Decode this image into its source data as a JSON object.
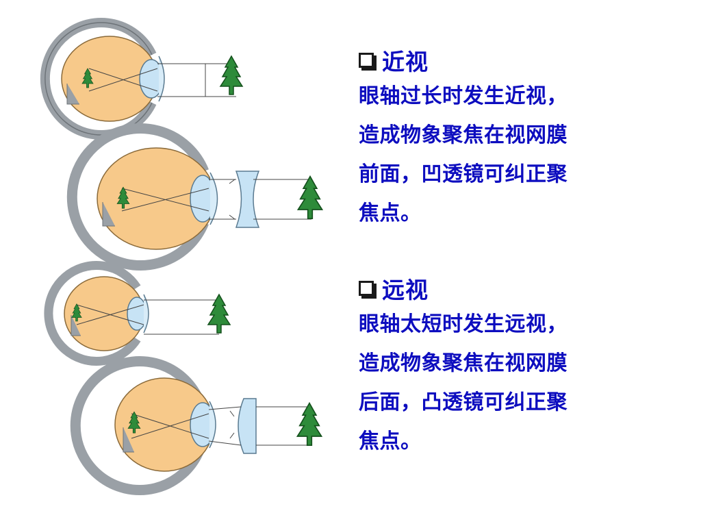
{
  "sections": [
    {
      "heading": "近视",
      "lines": [
        "眼轴过长时发生近视，",
        "造成物象聚焦在视网膜",
        "前面，凹透镜可纠正聚",
        "焦点。"
      ]
    },
    {
      "heading": "远视",
      "lines": [
        "眼轴太短时发生远视，",
        "造成物象聚焦在视网膜",
        "后面，凸透镜可纠正聚",
        "焦点。"
      ]
    }
  ],
  "colors": {
    "text": "#0d0dbf",
    "eyeball": "#f7c98a",
    "sclera": "#9aa0a6",
    "lens": "#c7e3f5",
    "tree": "#2e8b3a"
  }
}
